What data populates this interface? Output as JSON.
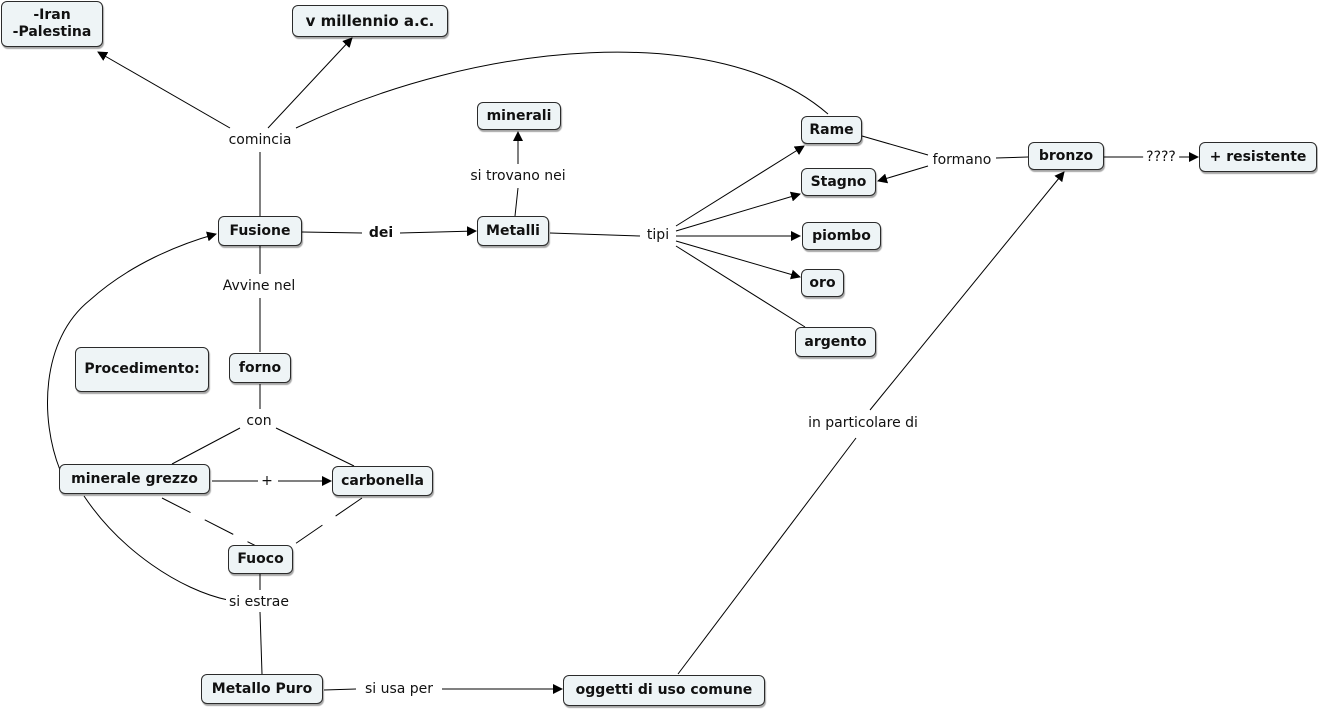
{
  "nodes": {
    "iran": "-Iran\n-Palestina",
    "millennio": "v millennio a.c.",
    "minerali": "minerali",
    "rame": "Rame",
    "stagno": "Stagno",
    "piombo": "piombo",
    "oro": "oro",
    "argento": "argento",
    "bronzo": "bronzo",
    "resistente": "+ resistente",
    "fusione": "Fusione",
    "metalli": "Metalli",
    "procedimento": "Procedimento:",
    "forno": "forno",
    "minerale_grezzo": "minerale grezzo",
    "carbonella": "carbonella",
    "fuoco": "Fuoco",
    "metallo_puro": "Metallo Puro",
    "oggetti": "oggetti di uso comune"
  },
  "labels": {
    "comincia": "comincia",
    "si_trovano": "si trovano nei",
    "dei": "dei",
    "tipi": "tipi",
    "formano": "formano",
    "qqqq": "????",
    "avvine": "Avvine nel",
    "con": "con",
    "plus": "+",
    "si_estrae": "si estrae",
    "si_usa": "si usa per",
    "in_particolare": "in particolare di"
  }
}
